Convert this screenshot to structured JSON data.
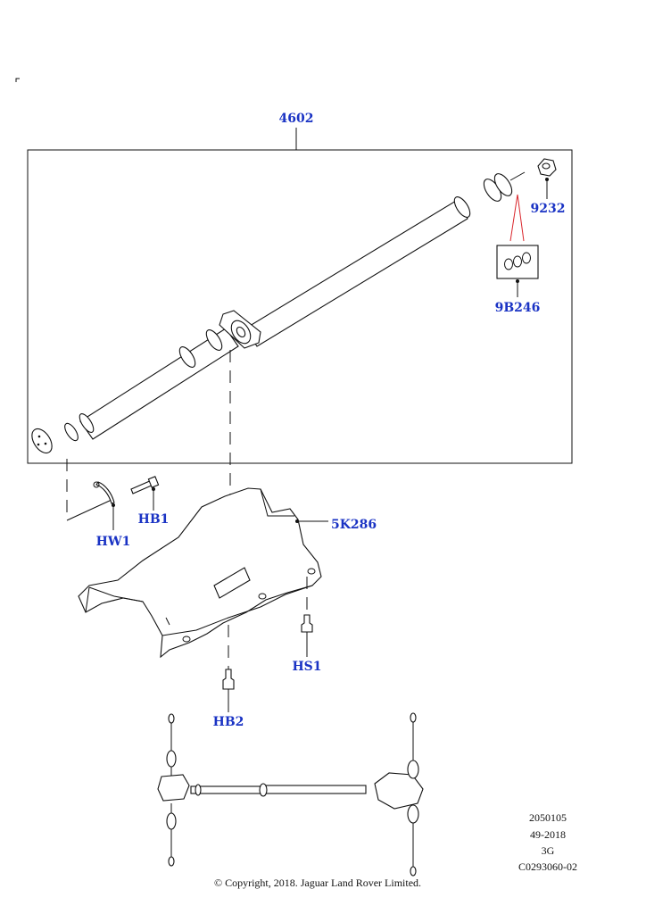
{
  "callouts": {
    "propshaft": "4602",
    "nut": "9232",
    "seal_kit": "9B246",
    "heat_shield": "5K286",
    "washer": "HW1",
    "bolt_hb1": "HB1",
    "screw_hs1": "HS1",
    "bolt_hb2": "HB2"
  },
  "reference": {
    "line1": "2050105",
    "line2": "49-2018",
    "line3": "3G",
    "line4": "C0293060-02"
  },
  "copyright": "© Copyright, 2018. Jaguar Land Rover Limited.",
  "colors": {
    "callout": "#1a33c4",
    "linework": "#111111",
    "seal_leader": "#d9262c",
    "background": "#ffffff"
  }
}
